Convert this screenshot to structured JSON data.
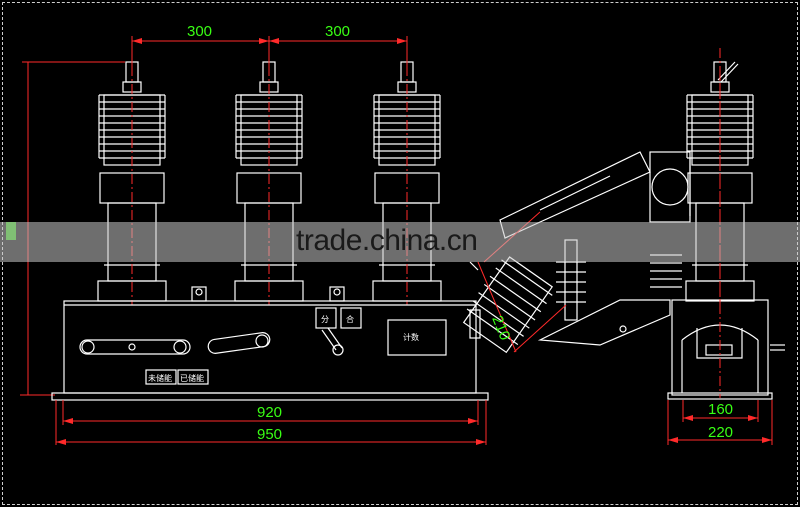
{
  "watermark": "trade.china.cn",
  "dimensions": {
    "pitch_left": "300",
    "pitch_right": "300",
    "inner_width": "920",
    "outer_width": "950",
    "side_inner": "160",
    "side_outer": "220",
    "arm_length": "210"
  },
  "labels": {
    "open_symbol": "分",
    "close_symbol": "合",
    "counter_label": "计数",
    "not_stored": "未储能",
    "stored": "已储能"
  },
  "colors": {
    "line": "#ffffff",
    "dimension_line": "#ff2a2a",
    "dimension_text": "#39ff14",
    "background": "#000000"
  }
}
